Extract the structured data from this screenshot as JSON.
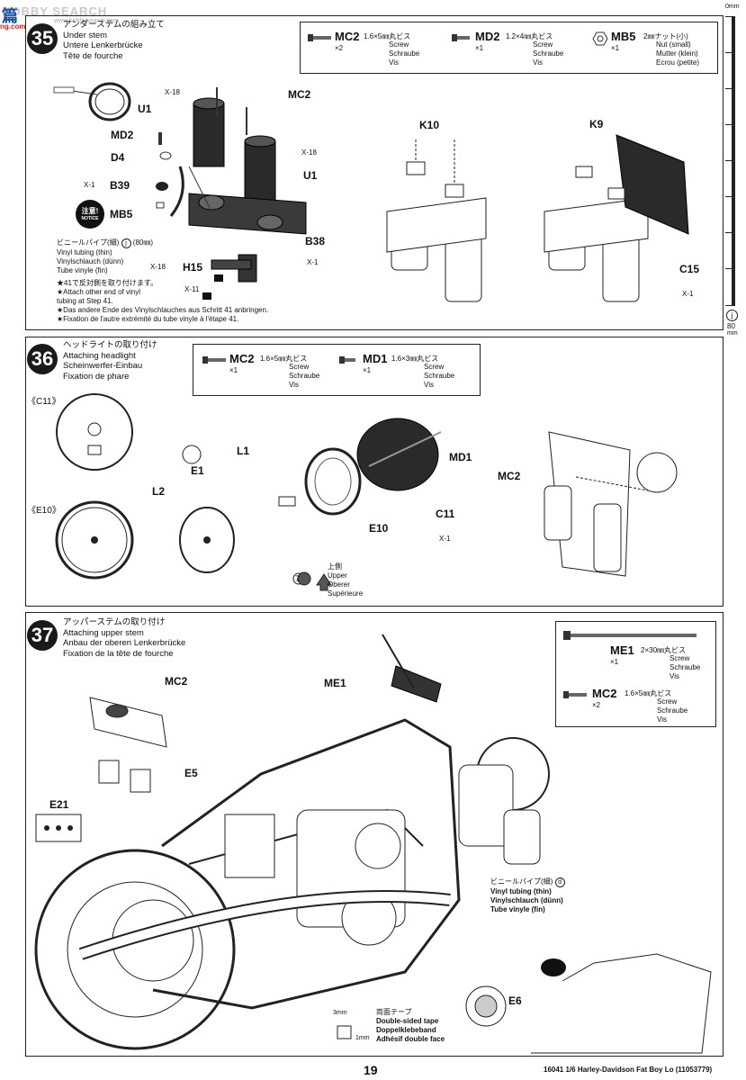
{
  "watermark": {
    "text": "HOBBY SEARCH",
    "url": "www.hobbysearch.com"
  },
  "watermark_cn": {
    "text": "篇",
    "url": "ng.com"
  },
  "ruler": {
    "top_label": "0mm",
    "letter": "j",
    "bottom_label": "80",
    "unit": "mm"
  },
  "step35": {
    "number": "35",
    "title_jp": "アンダーステムの組み立て",
    "title_en": "Under stem",
    "title_de": "Untere Lenkerbrücke",
    "title_fr": "Tête de fourche",
    "parts": [
      {
        "code": "MC2",
        "size": "1.6×5㎜丸ビス",
        "qty": "×2",
        "en": "Screw",
        "de": "Schraube",
        "fr": "Vis"
      },
      {
        "code": "MD2",
        "size": "1.2×4㎜丸ビス",
        "qty": "×1",
        "en": "Screw",
        "de": "Schraube",
        "fr": "Vis"
      },
      {
        "code": "MB5",
        "size": "2㎜ナット(小)",
        "qty": "×1",
        "en": "Nut (small)",
        "de": "Mutter (klein)",
        "fr": "Ecrou (petite)"
      }
    ],
    "labels": {
      "u1a": "U1",
      "u1b": "U1",
      "mc2": "MC2",
      "md2": "MD2",
      "d4": "D4",
      "b39": "B39",
      "mb5": "MB5",
      "b38": "B38",
      "h15": "H15",
      "k10": "K10",
      "k9": "K9",
      "c15": "C15",
      "x18a": "X-18",
      "x18b": "X-18",
      "x18c": "X-18",
      "x1a": "X-1",
      "x1b": "X-1",
      "x11": "X-11",
      "x1c": "X-1"
    },
    "notice_jp": "注意!",
    "notice_en": "NOTICE",
    "tubing_jp": "ビニールパイプ(細)",
    "tubing_len": "(80㎜)",
    "tubing_circle": "j",
    "tubing_en": "Vinyl tubing (thin)",
    "tubing_de": "Vinylschlauch (dünn)",
    "tubing_fr": "Tube vinyle (fin)",
    "note_jp": "★41で反対側を取り付けます。",
    "note_en1": "★Attach other end of vinyl",
    "note_en2": "tubing at Step 41.",
    "note_de": "★Das andere Ende des Vinylschlauches aus Schritt 41 anbringen.",
    "note_fr": "★Fixation de l'autre extrémité du tube vinyle à l'étape 41."
  },
  "step36": {
    "number": "36",
    "title_jp": "ヘッドライトの取り付け",
    "title_en": "Attaching headlight",
    "title_de": "Scheinwerfer-Einbau",
    "title_fr": "Fixation de phare",
    "parts": [
      {
        "code": "MC2",
        "size": "1.6×5㎜丸ビス",
        "qty": "×1",
        "en": "Screw",
        "de": "Schraube",
        "fr": "Vis"
      },
      {
        "code": "MD1",
        "size": "1.6×3㎜丸ビス",
        "qty": "×1",
        "en": "Screw",
        "de": "Schraube",
        "fr": "Vis"
      }
    ],
    "labels": {
      "c11ref": "《C11》",
      "e10ref": "《E10》",
      "e1": "E1",
      "l1": "L1",
      "l2": "L2",
      "e10": "E10",
      "c11": "C11",
      "x1": "X-1",
      "md1": "MD1",
      "mc2": "MC2",
      "seven": "7"
    },
    "upper_jp": "上側",
    "upper_en": "Upper",
    "upper_de": "Oberer",
    "upper_fr": "Supérieure"
  },
  "step37": {
    "number": "37",
    "title_jp": "アッパーステムの取り付け",
    "title_en": "Attaching upper stem",
    "title_de": "Anbau der oberen Lenkerbrücke",
    "title_fr": "Fixation de la tête de fourche",
    "parts": [
      {
        "code": "ME1",
        "size": "2×30㎜丸ビス",
        "qty": "×1",
        "en": "Screw",
        "de": "Schraube",
        "fr": "Vis"
      },
      {
        "code": "MC2",
        "size": "1.6×5㎜丸ビス",
        "qty": "×2",
        "en": "Screw",
        "de": "Schraube",
        "fr": "Vis"
      }
    ],
    "labels": {
      "mc2": "MC2",
      "e5": "E5",
      "e21": "E21",
      "me1": "ME1",
      "e6": "E6"
    },
    "tubing_jp": "ビニールパイプ(細)",
    "tubing_circle": "d",
    "tubing_en": "Vinyl tubing (thin)",
    "tubing_de": "Vinylschlauch (dünn)",
    "tubing_fr": "Tube vinyle (fin)",
    "tape_w": "3mm",
    "tape_h": "1mm",
    "tape_jp": "両面テープ",
    "tape_en": "Double-sided tape",
    "tape_de": "Doppelklebeband",
    "tape_fr": "Adhésif double face"
  },
  "footer": {
    "page": "19",
    "product": "16041  1/6 Harley-Davidson Fat Boy Lo (11053779)"
  }
}
